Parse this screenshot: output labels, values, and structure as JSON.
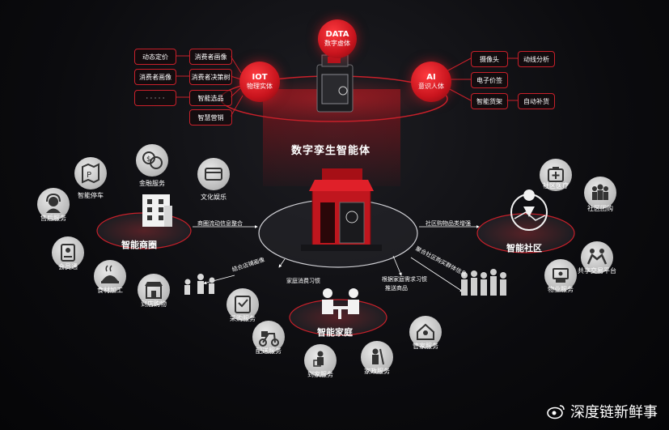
{
  "center_title": "数字孪生智能体",
  "top": {
    "data_circle": {
      "line1": "DATA",
      "line2": "数字虚体"
    },
    "iot_circle": {
      "line1": "IOT",
      "line2": "物理实体"
    },
    "ai_circle": {
      "line1": "AI",
      "line2": "意识人体"
    }
  },
  "iot_boxes_left": [
    "动态定价",
    "消费者画像",
    "· · · · ·"
  ],
  "iot_boxes_right": [
    "消费者画像",
    "消费者决策树",
    "智能选品",
    "智慧营销"
  ],
  "ai_boxes_left": [
    "摄像头",
    "电子价签",
    "智能货架"
  ],
  "ai_boxes_right": [
    "动线分析",
    "自动补货"
  ],
  "hubs": {
    "mall": "智能商圈",
    "community": "智能社区",
    "home": "智能家庭"
  },
  "mall_nodes": [
    {
      "label": "金融服务",
      "icon": "coins-icon"
    },
    {
      "label": "文化娱乐",
      "icon": "card-icon"
    },
    {
      "label": "智能停车",
      "icon": "parking-map-icon"
    },
    {
      "label": "售后服务",
      "icon": "headset-icon"
    },
    {
      "label": "会员通",
      "icon": "membership-card-icon"
    },
    {
      "label": "食材加工",
      "icon": "food-processing-icon"
    },
    {
      "label": "到店购物",
      "icon": "storefront-icon"
    }
  ],
  "community_nodes": [
    {
      "label": "社区医疗",
      "icon": "medical-kit-icon"
    },
    {
      "label": "社区团购",
      "icon": "group-people-icon"
    },
    {
      "label": "共享交易平台",
      "icon": "handshake-icon"
    },
    {
      "label": "物业服务",
      "icon": "property-service-icon"
    }
  ],
  "home_nodes": [
    {
      "label": "采购服务",
      "icon": "purchase-icon"
    },
    {
      "label": "配送服务",
      "icon": "delivery-scooter-icon"
    },
    {
      "label": "到家服务",
      "icon": "home-delivery-icon"
    },
    {
      "label": "家政服务",
      "icon": "cleaning-icon"
    },
    {
      "label": "管家服务",
      "icon": "butler-icon"
    }
  ],
  "connectors": {
    "mall_to_center": "商圈流动信息整合",
    "center_to_community": "社区购物品类增强",
    "mall_to_people": "结合店铺画像",
    "home_left": "家庭消费习惯",
    "home_right": "根据家庭需求习惯",
    "home_right2": "推送商品",
    "community_people": "聚合社区购买群体信息"
  },
  "watermark": "深度链新鲜事"
}
